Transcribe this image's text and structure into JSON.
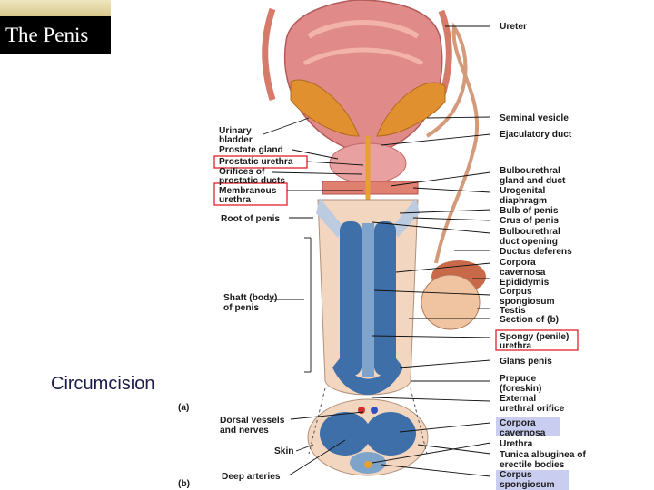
{
  "title": "The Penis",
  "side_note": "Circumcision",
  "panel_labels": {
    "a": "(a)",
    "b": "(b)"
  },
  "left_labels": {
    "urinary_bladder": [
      "Urinary",
      "bladder"
    ],
    "prostate_gland": "Prostate gland",
    "prostatic_urethra": "Prostatic urethra",
    "orifices": [
      "Orifices of",
      "prostatic ducts"
    ],
    "membranous_urethra": [
      "Membranous",
      "urethra"
    ],
    "root_of_penis": "Root of penis",
    "shaft": [
      "Shaft (body)",
      "of penis"
    ],
    "dorsal_vessels": [
      "Dorsal vessels",
      "and nerves"
    ],
    "skin": "Skin",
    "deep_arteries": "Deep arteries"
  },
  "right_labels": {
    "ureter": "Ureter",
    "seminal_vesicle": "Seminal vesicle",
    "ejaculatory_duct": "Ejaculatory duct",
    "bulbourethral_gland": [
      "Bulbourethral",
      "gland and duct"
    ],
    "urogenital_diaphragm": [
      "Urogenital",
      "diaphragm"
    ],
    "bulb_of_penis": "Bulb of penis",
    "crus_of_penis": "Crus of penis",
    "bulbourethral_opening": [
      "Bulbourethral",
      "duct opening"
    ],
    "ductus_deferens": "Ductus deferens",
    "corpora_cavernosa": [
      "Corpora",
      "cavernosa"
    ],
    "epididymis": "Epididymis",
    "corpus_spongiosum": [
      "Corpus",
      "spongiosum"
    ],
    "testis": "Testis",
    "section_of_b": "Section of (b)",
    "spongy_urethra": [
      "Spongy (penile)",
      "urethra"
    ],
    "glans_penis": "Glans penis",
    "prepuce": [
      "Prepuce",
      "(foreskin)"
    ],
    "external_orifice": [
      "External",
      "urethral orifice"
    ],
    "b_corpora_cavernosa": [
      "Corpora",
      "cavernosa"
    ],
    "b_urethra": "Urethra",
    "tunica": [
      "Tunica albuginea of",
      "erectile bodies"
    ],
    "b_corpus_spongiosum": [
      "Corpus",
      "spongiosum"
    ]
  },
  "highlight_colors": {
    "red_box": "#e0202a",
    "blue_box": "#c9cdf0",
    "bladder": "#e08a8a",
    "prostate": "#e9a0a0",
    "seminal_vesicle": "#e0902e",
    "erectile_tissue": "#3f6fa8",
    "testis": "#f0c4a0"
  }
}
